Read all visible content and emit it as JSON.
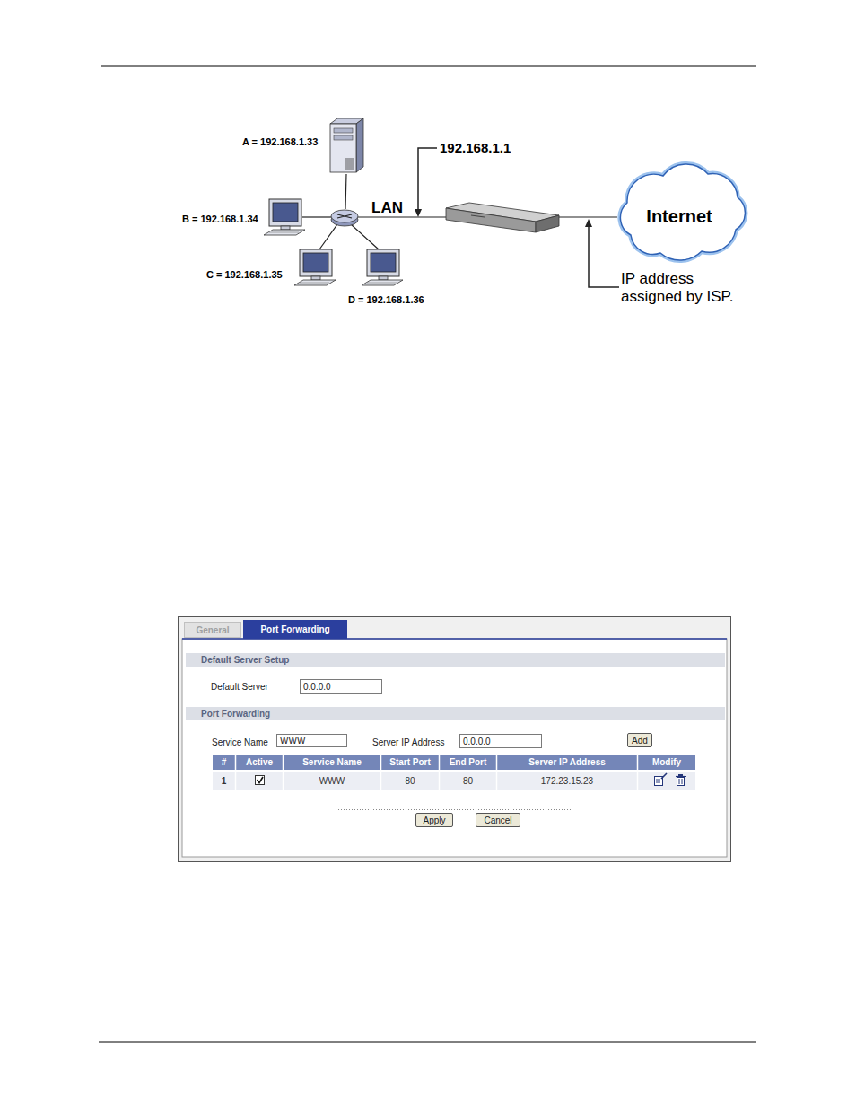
{
  "diagram": {
    "nodes": [
      {
        "text": [
          "A = 192.168.1.33"
        ]
      },
      {
        "text": [
          "B = 192.168.1.34"
        ]
      },
      {
        "text": [
          "C = 192.168.1.35"
        ]
      },
      {
        "text": [
          "D = 192.168.1.36"
        ]
      },
      {
        "text": [
          "Internet"
        ]
      },
      {
        "text": [
          "General"
        ]
      },
      {
        "text": [
          "Port Forwarding"
        ]
      },
      {
        "text": [
          "Default Server Setup"
        ]
      },
      {
        "text": [
          "0.0.0.0"
        ]
      },
      {
        "text": [
          "Port Forwarding"
        ]
      },
      {
        "text": [
          "WWW"
        ]
      },
      {
        "text": [
          "0.0.0.0"
        ]
      },
      {
        "text": [
          "Add"
        ]
      },
      {
        "text": [
          "Apply"
        ]
      },
      {
        "text": [
          "Cancel"
        ]
      }
    ],
    "labels": [
      "192.168.1.1",
      "LAN",
      "IP address assigned by ISP.",
      "Default Server",
      "Service Name",
      "Server IP Address",
      "#",
      "Active",
      "Service Name",
      "Start Port",
      "End Port",
      "Server IP Address",
      "Modify",
      "1",
      "WWW",
      "80",
      "80",
      "172.23.15.23"
    ]
  }
}
